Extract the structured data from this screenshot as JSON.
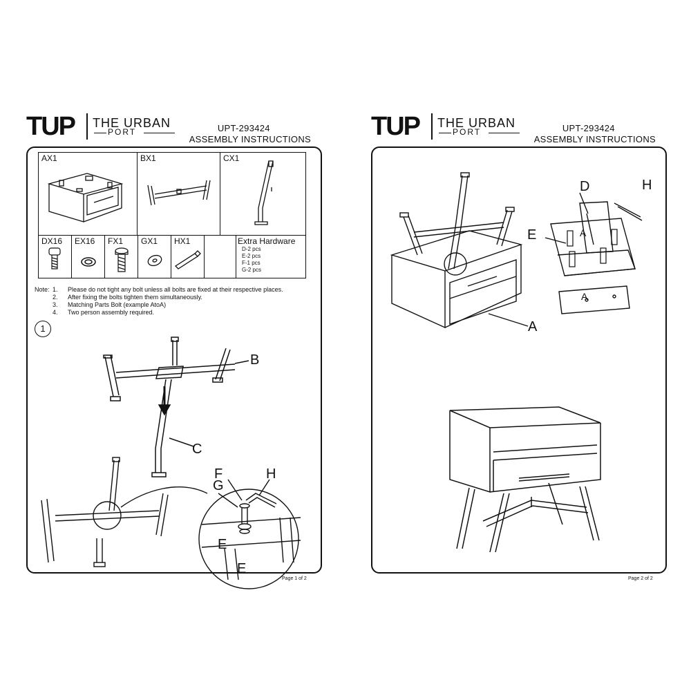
{
  "brand": {
    "mark": "TUP",
    "line1": "THE URBAN",
    "line2": "PORT"
  },
  "pages": [
    {
      "code": "UPT-293424",
      "title": "ASSEMBLY INSTRUCTIONS",
      "footer": "Page 1 of 2"
    },
    {
      "code": "UPT-293424",
      "title": "ASSEMBLY INSTRUCTIONS",
      "footer": "Page 2 of 2"
    }
  ],
  "parts": {
    "row1": [
      "AX1",
      "BX1",
      "CX1"
    ],
    "row2": [
      "DX16",
      "EX16",
      "FX1",
      "GX1",
      "HX1"
    ],
    "extra_title": "Extra Hardware",
    "extra_items": [
      "D-2 pcs",
      "E-2 pcs",
      "F-1 pcs",
      "G-2 pcs"
    ]
  },
  "notes": {
    "label": "Note:",
    "items": [
      {
        "n": "1.",
        "text": "Please do not tight any bolt unless all bolts are fixed at their respective places."
      },
      {
        "n": "2.",
        "text": "After fixing the bolts tighten them simultaneously."
      },
      {
        "n": "3.",
        "text": "Matching Parts Bolt (example AtoA)"
      },
      {
        "n": "4.",
        "text": "Two person assembly required."
      }
    ]
  },
  "step1": "1",
  "callouts_p1": {
    "b": "B",
    "c": "C",
    "f": "F",
    "h": "H",
    "g": "G",
    "e1": "E",
    "e2": "E"
  },
  "callouts_p2": {
    "d": "D",
    "h": "H",
    "e": "E",
    "a1": "A",
    "a2": "A",
    "a3": "A"
  },
  "colors": {
    "ink": "#111111",
    "paper": "#ffffff",
    "shade": "#bbbbbb"
  }
}
